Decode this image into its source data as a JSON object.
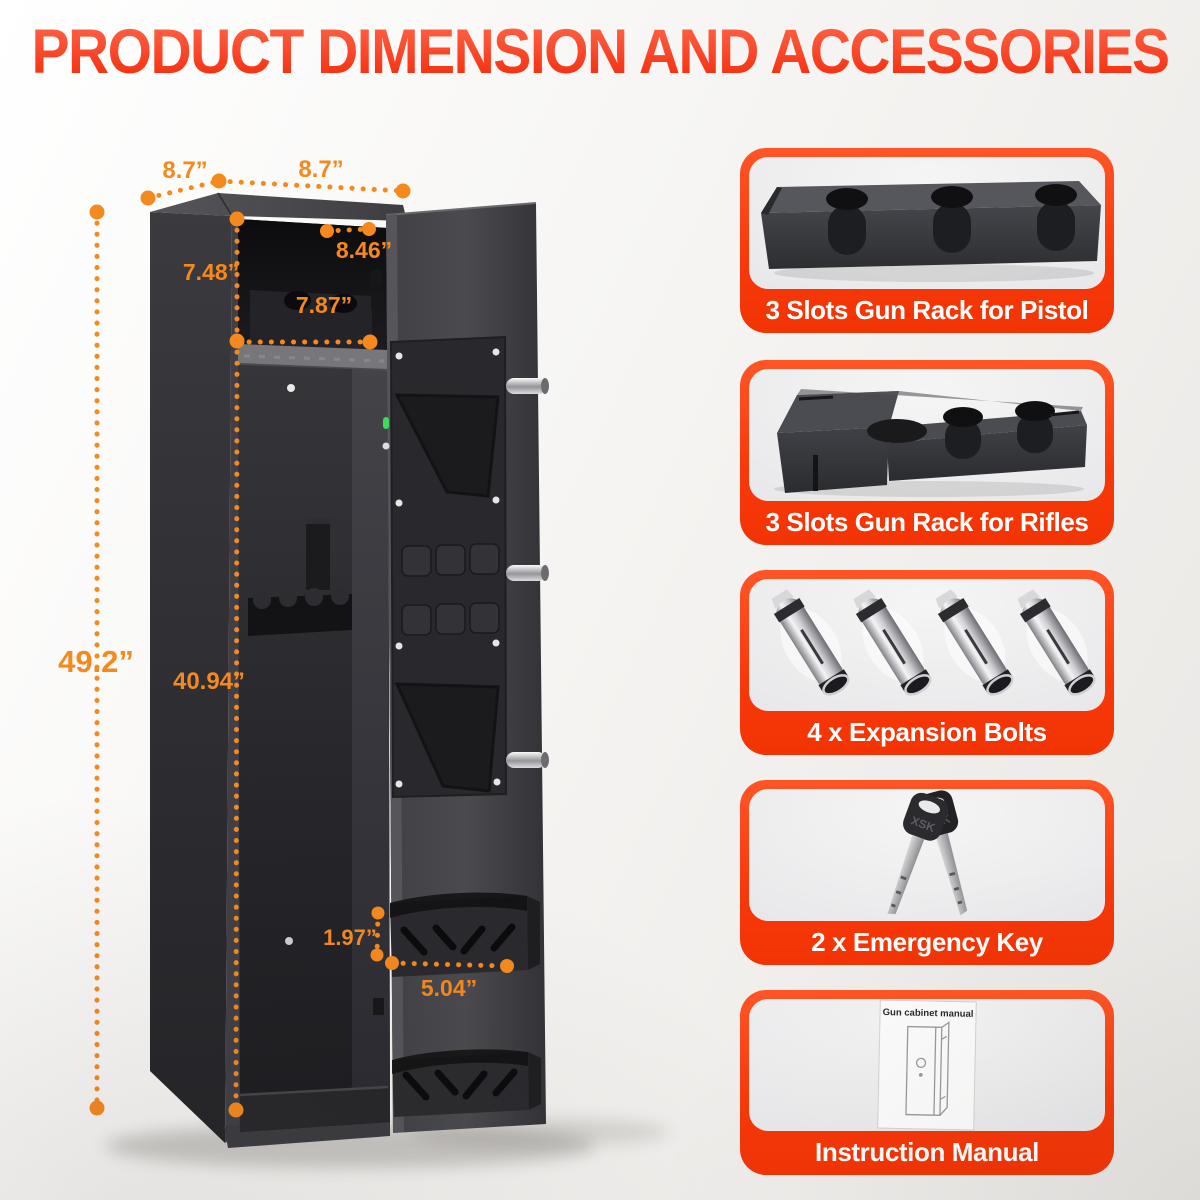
{
  "title": "PRODUCT DIMENSION AND ACCESSORIES",
  "dims": {
    "side_depth": "8.7”",
    "top_width": "8.7”",
    "inner_opening_width": "8.46”",
    "inner_opening_height": "7.48”",
    "inner_width": "7.87”",
    "overall_height": "49.2”",
    "inner_height": "40.94”",
    "door_pocket_height": "1.97”",
    "door_pocket_width": "5.04”"
  },
  "accessories": [
    {
      "label": "3 Slots Gun Rack for Pistol"
    },
    {
      "label": "3 Slots Gun Rack for Rifles"
    },
    {
      "label": "4 x Expansion Bolts"
    },
    {
      "label": "2 x Emergency Key"
    },
    {
      "label": "Instruction Manual"
    }
  ],
  "manual_page": {
    "title": "Gun cabinet manual"
  },
  "key_brand": "XSK",
  "colors": {
    "dimension_orange": "#F6891E",
    "card_red": "#F8380A",
    "title_gradient_top": "#FF6A4E",
    "title_gradient_bottom": "#F52D0D"
  }
}
